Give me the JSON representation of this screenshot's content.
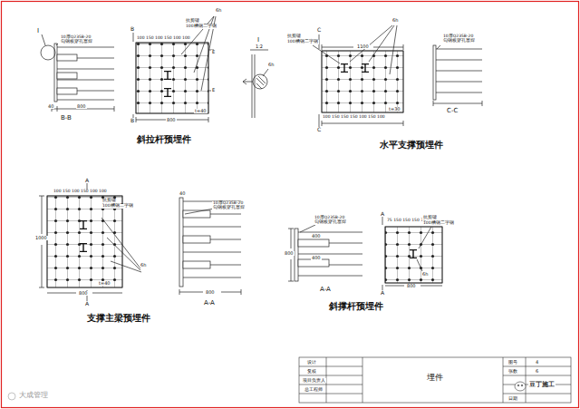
{
  "diagram": {
    "labels": [
      "I",
      "10厚Q235B-20",
      "勾钢板穿孔塞焊",
      "40",
      "800",
      "B-B",
      "B",
      "100 150 100 150 100 100",
      "抗剪键",
      "100槽钢二字钢",
      "6h",
      "E",
      "E",
      "t=40",
      "800",
      "B",
      "斜拉杆预埋件",
      "I",
      "1:2",
      "6h",
      "抗剪键",
      "100槽钢二字钢",
      "C",
      "6h",
      "1100",
      "100 150 150 150 100 150 100",
      "t=30",
      "C",
      "水平支撑预埋件",
      "10厚Q235B-20",
      "勾钢板穿孔塞焊",
      "C-C",
      "A",
      "100 150 100 150 100 100",
      "40",
      "抗剪键",
      "100槽钢二字钢",
      "10厚Q235B-20",
      "勾钢板穿孔塞焊",
      "1000",
      "6h",
      "t=40",
      "800",
      "800",
      "A",
      "A-A",
      "支撑主梁预埋件",
      "10厚Q235B-20",
      "勾钢板穿孔塞焊",
      "75 150 150 150 75",
      "抗剪键",
      "100槽钢二字钢",
      "A",
      "400",
      "800",
      "400",
      "6h",
      "800",
      "A-A",
      "A",
      "斜撑杆预埋件",
      "设计",
      "复核",
      "项目负责人",
      "总工程师",
      "埋件",
      "图号",
      "4",
      "张数",
      "6",
      "日期",
      "豆丁施工",
      "大成管理"
    ]
  }
}
